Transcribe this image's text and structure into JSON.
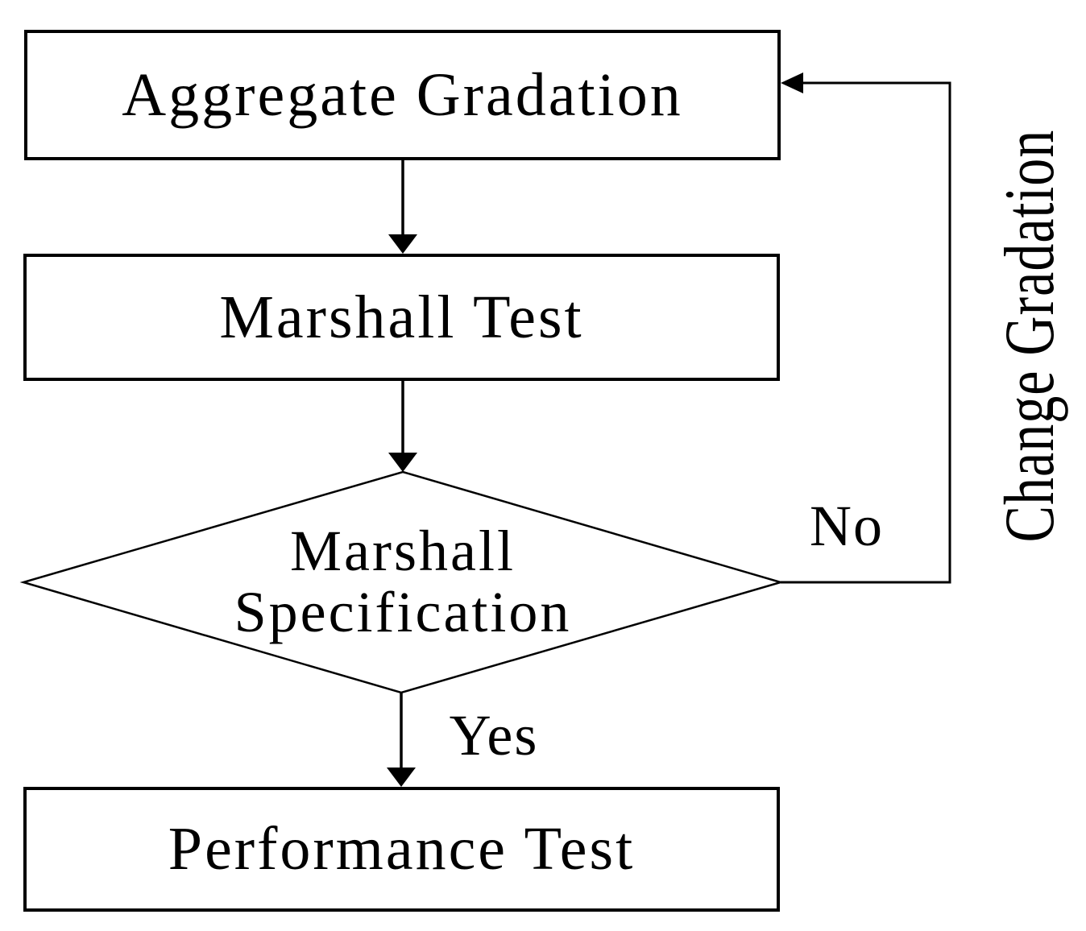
{
  "diagram": {
    "type": "flowchart",
    "nodes": [
      {
        "id": "aggregate-gradation",
        "shape": "rectangle",
        "label": "Aggregate Gradation"
      },
      {
        "id": "marshall-test",
        "shape": "rectangle",
        "label": "Marshall Test"
      },
      {
        "id": "marshall-specification",
        "shape": "diamond",
        "label": "Marshall Specification",
        "label_lines": [
          "Marshall",
          "Specification"
        ]
      },
      {
        "id": "performance-test",
        "shape": "rectangle",
        "label": "Performance Test"
      }
    ],
    "edges": [
      {
        "from": "aggregate-gradation",
        "to": "marshall-test",
        "label": ""
      },
      {
        "from": "marshall-test",
        "to": "marshall-specification",
        "label": ""
      },
      {
        "from": "marshall-specification",
        "to": "performance-test",
        "label": "Yes"
      },
      {
        "from": "marshall-specification",
        "to": "aggregate-gradation",
        "label": "No",
        "annotation": "Change Gradation",
        "route": "right-side feedback loop"
      }
    ],
    "colors": {
      "line": "#000000",
      "text": "#000000",
      "background": "#ffffff"
    }
  }
}
